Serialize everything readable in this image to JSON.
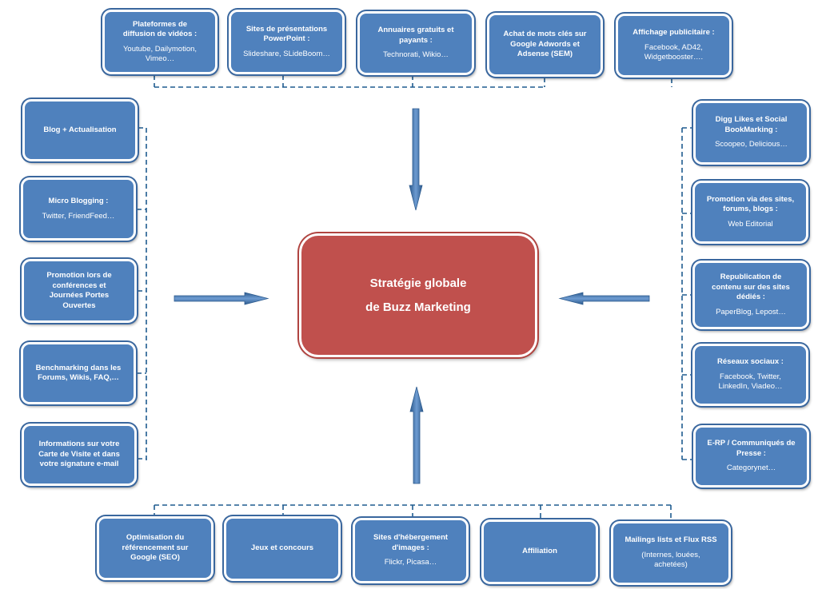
{
  "colors": {
    "box_fill": "#4f81bd",
    "box_border": "#3a679e",
    "center_fill": "#c0504d",
    "connector": "#1f5b8f",
    "arrow": "#4f81bd"
  },
  "center": {
    "line1": "Stratégie globale",
    "line2": "de Buzz Marketing"
  },
  "top": [
    {
      "title": "Plateformes de\ndiffusion de vidéos :",
      "sub": "Youtube, Dailymotion,\nVimeo…"
    },
    {
      "title": "Sites de présentations\nPowerPoint :",
      "sub": "Slideshare, SLideBoom…"
    },
    {
      "title": "Annuaires gratuits et\npayants :",
      "sub": "Technorati, Wikio…"
    },
    {
      "title": "Achat de mots clés sur\nGoogle Adwords et\nAdsense (SEM)",
      "sub": ""
    },
    {
      "title": "Affichage publicitaire :",
      "sub": "Facebook, AD42,\nWidgetbooster…."
    }
  ],
  "left": [
    {
      "title": "Blog + Actualisation",
      "sub": ""
    },
    {
      "title": "Micro Blogging :",
      "sub": "Twitter, FriendFeed…"
    },
    {
      "title": "Promotion lors de\nconférences et\nJournées Portes\nOuvertes",
      "sub": ""
    },
    {
      "title": "Benchmarking dans les\nForums, Wikis, FAQ,…",
      "sub": ""
    },
    {
      "title": "Informations sur votre\nCarte de Visite et dans\nvotre signature e-mail",
      "sub": ""
    }
  ],
  "right": [
    {
      "title": "Digg Likes et Social\nBookMarking :",
      "sub": "Scoopeo, Delicious…"
    },
    {
      "title": "Promotion via des sites,\nforums, blogs :",
      "sub": "Web Editorial"
    },
    {
      "title": "Republication de\ncontenu sur des sites\ndédiés :",
      "sub": "PaperBlog, Lepost…"
    },
    {
      "title": "Réseaux sociaux :",
      "sub": "Facebook, Twitter,\nLinkedIn, Viadeo…"
    },
    {
      "title": "E-RP / Communiqués de\nPresse :",
      "sub": "Categorynet…"
    }
  ],
  "bottom": [
    {
      "title": "Optimisation du\nréférencement sur\nGoogle  (SEO)",
      "sub": ""
    },
    {
      "title": "Jeux et concours",
      "sub": ""
    },
    {
      "title": "Sites d'hébergement\nd'images :",
      "sub": "Flickr, Picasa…"
    },
    {
      "title": "Affiliation",
      "sub": ""
    },
    {
      "title": "Mailings lists et Flux RSS",
      "sub": "(Internes, louées,\nachetées)"
    }
  ]
}
